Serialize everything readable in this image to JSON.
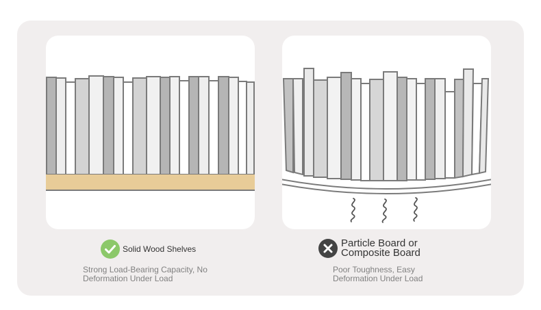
{
  "left": {
    "title": "Solid Wood Shelves",
    "desc_line1": "Strong Load-Bearing Capacity, No",
    "desc_line2": "Deformation Under Load",
    "icon": "check-circle-icon",
    "status_color": "#8cc86a",
    "shelf_color": "#e8cc98"
  },
  "right": {
    "title_line1": "Particle Board or",
    "title_line2": "Composite Board",
    "desc_line1": "Poor Toughness, Easy",
    "desc_line2": "Deformation Under Load",
    "icon": "x-circle-icon",
    "status_color": "#444444"
  }
}
